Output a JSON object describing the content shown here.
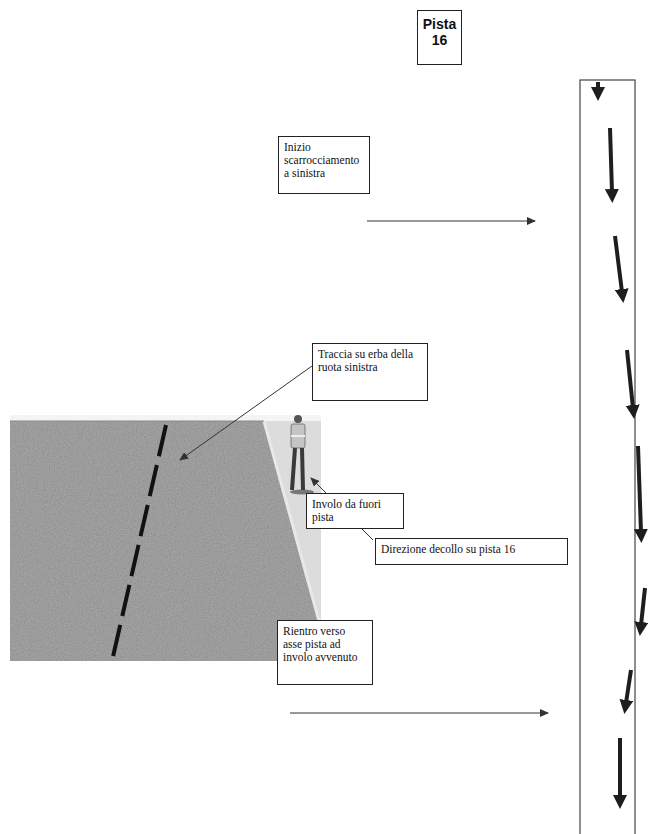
{
  "diagram": {
    "nodes": [
      {
        "text": [
          "Pista 16"
        ]
      },
      {
        "text": [
          "Inizio scarrocciamento a sinistra"
        ]
      },
      {
        "text": [
          "Traccia su erba della ruota sinistra"
        ]
      },
      {
        "text": [
          "Involo da fuori pista"
        ]
      },
      {
        "text": [
          "Direzione decollo su pista 16"
        ]
      },
      {
        "text": [
          "Rientro verso asse pista ad involo avvenuto"
        ]
      }
    ]
  }
}
